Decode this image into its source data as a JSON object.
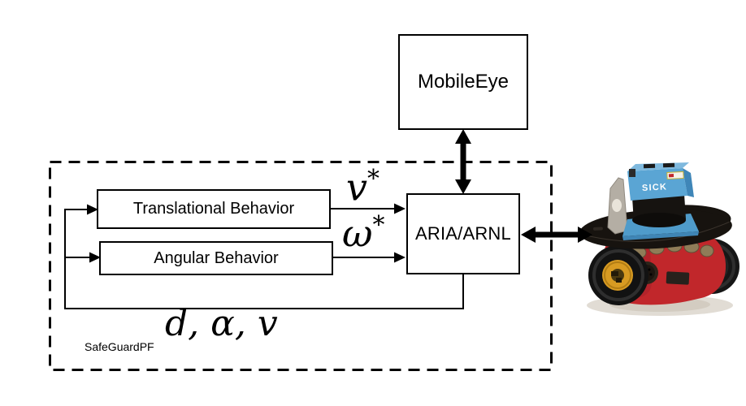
{
  "diagram": {
    "nodes": {
      "mobileeye": "MobileEye",
      "translational": "Translational Behavior",
      "angular": "Angular Behavior",
      "aria": "ARIA/ARNL"
    },
    "container_label": "SafeGuardPF",
    "signals": {
      "v_base": "v",
      "v_sup": "*",
      "omega_base": "ω",
      "omega_sup": "*",
      "feedback": "d, α, v"
    },
    "robot": {
      "scanner_label": "SICK"
    },
    "colors": {
      "line": "#000000",
      "box_border": "#000000",
      "box_fill": "#ffffff",
      "background": "#ffffff",
      "robot_red": "#c1272b",
      "robot_red_dark": "#a51f26",
      "robot_blue": "#5aa5d4",
      "robot_blue_dark": "#3f86b8",
      "robot_blue_light": "#7fb9de",
      "robot_deck": "#17130f",
      "wheel_black": "#141414",
      "wheel_hub": "#d89b22",
      "sonar_disc": "#8f7c58",
      "bracket_gray": "#b4aea4",
      "shadow": "#dcd6cc"
    }
  }
}
